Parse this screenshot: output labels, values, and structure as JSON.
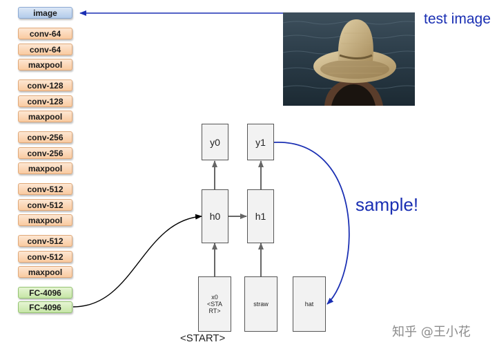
{
  "cnn": {
    "layers": [
      {
        "label": "image",
        "style": "blue"
      },
      {
        "label": "conv-64",
        "style": "orange"
      },
      {
        "label": "conv-64",
        "style": "orange"
      },
      {
        "label": "maxpool",
        "style": "orange"
      },
      {
        "label": "conv-128",
        "style": "orange"
      },
      {
        "label": "conv-128",
        "style": "orange"
      },
      {
        "label": "maxpool",
        "style": "orange"
      },
      {
        "label": "conv-256",
        "style": "orange"
      },
      {
        "label": "conv-256",
        "style": "orange"
      },
      {
        "label": "maxpool",
        "style": "orange"
      },
      {
        "label": "conv-512",
        "style": "orange"
      },
      {
        "label": "conv-512",
        "style": "orange"
      },
      {
        "label": "maxpool",
        "style": "orange"
      },
      {
        "label": "conv-512",
        "style": "orange"
      },
      {
        "label": "conv-512",
        "style": "orange"
      },
      {
        "label": "maxpool",
        "style": "orange"
      },
      {
        "label": "FC-4096",
        "style": "green"
      },
      {
        "label": "FC-4096",
        "style": "green"
      }
    ]
  },
  "test_image_label": "test image",
  "sample_label": "sample!",
  "rnn": {
    "outputs": [
      "y0",
      "y1"
    ],
    "hidden": [
      "h0",
      "h1"
    ],
    "inputs": [
      "x0\n<STA\nRT>",
      "straw",
      "hat"
    ],
    "start_label": "<START>"
  },
  "watermark": "知乎 @王小花",
  "colors": {
    "arrow_blue": "#1a2fb3",
    "arrow_gray": "#666666",
    "text_blue": "#1a2fb3"
  }
}
